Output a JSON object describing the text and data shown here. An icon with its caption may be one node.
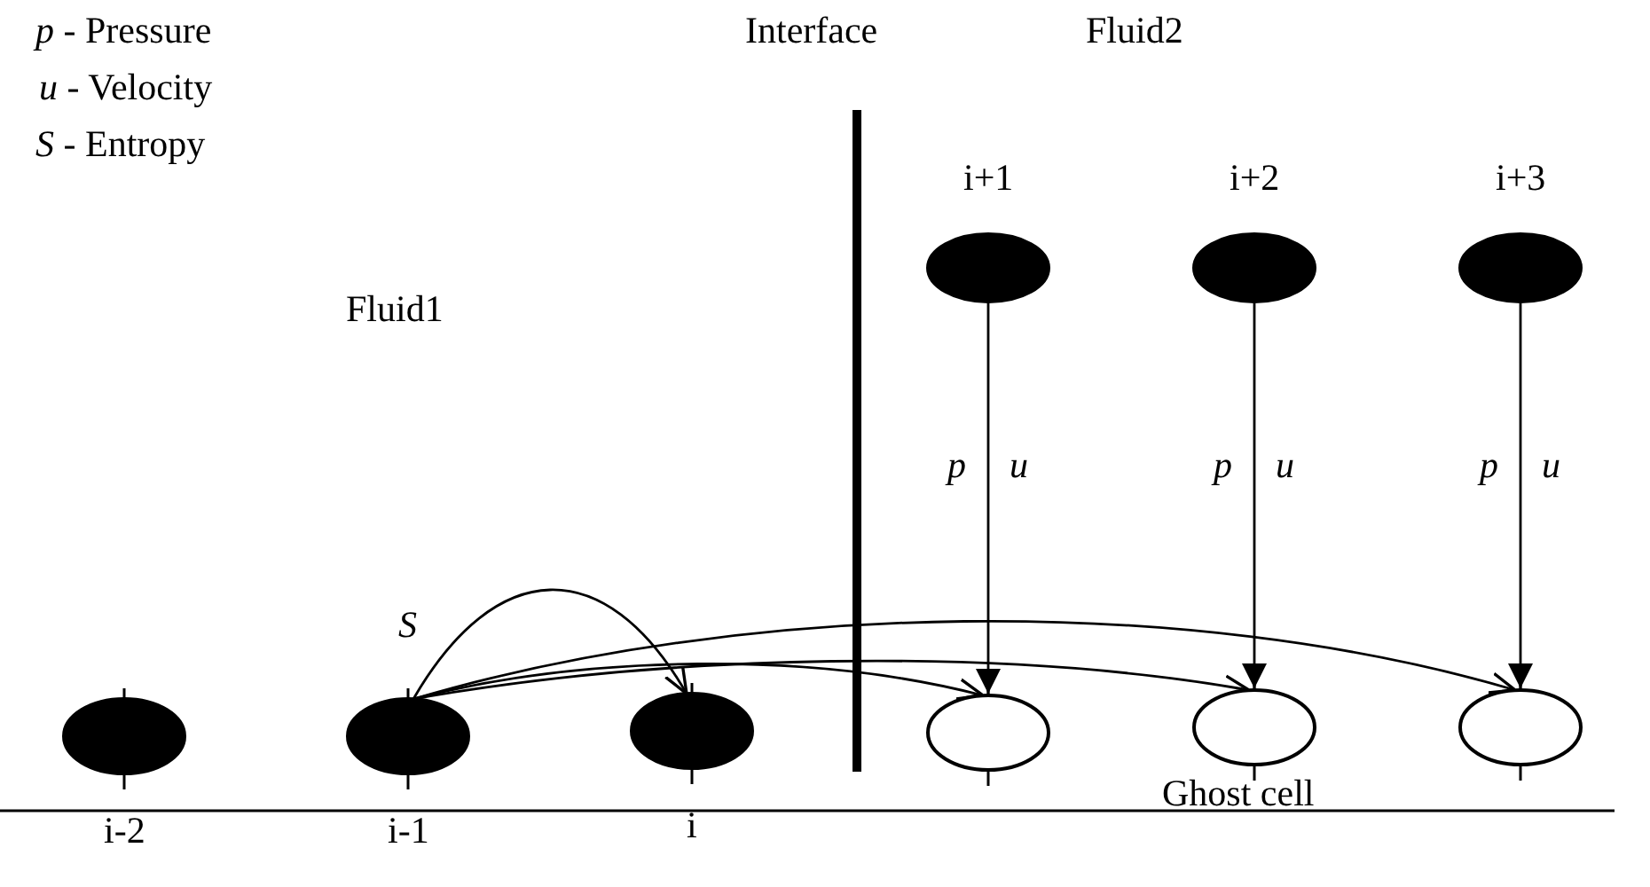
{
  "diagram": {
    "nodes": [
      {
        "text": [],
        "shape": "ellipse",
        "beside": [
          "i+1"
        ]
      },
      {
        "text": [],
        "shape": "ellipse",
        "beside": [
          "i+2"
        ]
      },
      {
        "text": [],
        "shape": "ellipse",
        "beside": [
          "i+3"
        ]
      },
      {
        "text": [],
        "shape": "ellipse",
        "beside": [
          "i-2"
        ]
      },
      {
        "text": [],
        "shape": "ellipse",
        "beside": [
          "S",
          "i-1"
        ]
      },
      {
        "text": [],
        "shape": "ellipse",
        "beside": [
          "i"
        ]
      },
      {
        "text": [],
        "shape": "ellipse"
      },
      {
        "text": [],
        "shape": "ellipse"
      },
      {
        "text": [],
        "shape": "ellipse"
      }
    ],
    "edges": [
      {
        "from": 0,
        "to": 6,
        "arrow": "to"
      },
      {
        "from": 1,
        "to": 7,
        "arrow": "to"
      },
      {
        "from": 2,
        "to": 8,
        "arrow": "to"
      },
      {
        "from": 4,
        "to": 5,
        "arrow": "to"
      },
      {
        "from": 4,
        "to": 6,
        "arrow": "to"
      },
      {
        "from": 4,
        "to": 7,
        "arrow": "to"
      },
      {
        "from": 4,
        "to": 8,
        "arrow": "to"
      }
    ],
    "labels": [
      "*p* - Pressure",
      "*u* - Velocity",
      "*S* - Entropy",
      "Interface",
      "Fluid2",
      "Fluid1",
      "p",
      "u",
      "p",
      "u",
      "p",
      "u",
      "Ghost cell"
    ]
  }
}
